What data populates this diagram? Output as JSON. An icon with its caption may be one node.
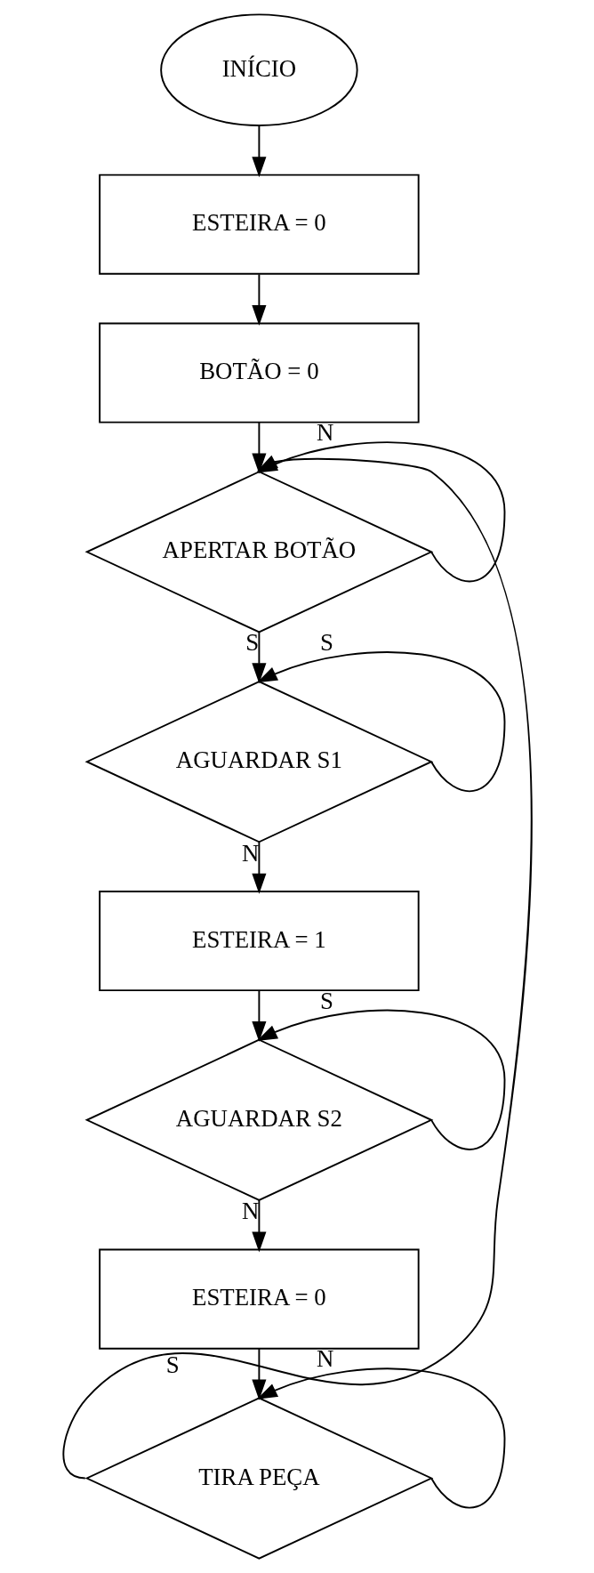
{
  "diagram": {
    "nodes": [
      {
        "text": [
          "INÍCIO"
        ]
      },
      {
        "text": [
          "ESTEIRA = 0"
        ]
      },
      {
        "text": [
          "BOTÃO = 0"
        ]
      },
      {
        "text": [
          "APERTAR BOTÃO"
        ]
      },
      {
        "text": [
          "AGUARDAR S1"
        ]
      },
      {
        "text": [
          "ESTEIRA = 1"
        ]
      },
      {
        "text": [
          "AGUARDAR S2"
        ]
      },
      {
        "text": [
          "ESTEIRA = 0"
        ]
      },
      {
        "text": [
          "TIRA PEÇA"
        ]
      }
    ],
    "edges": [
      {
        "from": 0,
        "to": 1,
        "arrow": "to"
      },
      {
        "from": 1,
        "to": 2,
        "arrow": "to"
      },
      {
        "from": 2,
        "to": 3,
        "arrow": "to"
      },
      {
        "from": 3,
        "to": 3,
        "label": "N",
        "arrow": "to"
      },
      {
        "from": 3,
        "to": 4,
        "label": "S",
        "arrow": "to"
      },
      {
        "from": 4,
        "to": 4,
        "label": "S",
        "arrow": "to"
      },
      {
        "from": 4,
        "to": 5,
        "label": "N",
        "arrow": "to"
      },
      {
        "from": 5,
        "to": 6,
        "arrow": "to"
      },
      {
        "from": 6,
        "to": 6,
        "label": "S",
        "arrow": "to"
      },
      {
        "from": 6,
        "to": 7,
        "label": "N",
        "arrow": "to"
      },
      {
        "from": 7,
        "to": 8,
        "arrow": "to"
      },
      {
        "from": 8,
        "to": 3,
        "label": "S",
        "arrow": "to"
      },
      {
        "from": 8,
        "to": 8,
        "label": "N",
        "arrow": "to"
      }
    ]
  }
}
